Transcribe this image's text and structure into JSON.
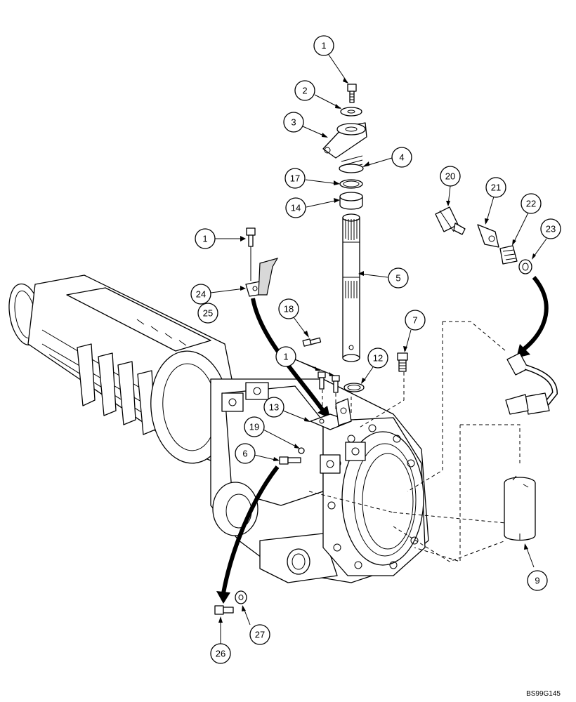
{
  "drawing_code": "BS99G145",
  "callouts": {
    "c1a": "1",
    "c2": "2",
    "c3": "3",
    "c4": "4",
    "c17": "17",
    "c14": "14",
    "c5": "5",
    "c1b": "1",
    "c24": "24",
    "c25": "25",
    "c18": "18",
    "c1c": "1",
    "c12": "12",
    "c7": "7",
    "c13": "13",
    "c19": "19",
    "c6": "6",
    "c20": "20",
    "c21": "21",
    "c22": "22",
    "c23": "23",
    "c9": "9",
    "c26": "26",
    "c27": "27"
  }
}
